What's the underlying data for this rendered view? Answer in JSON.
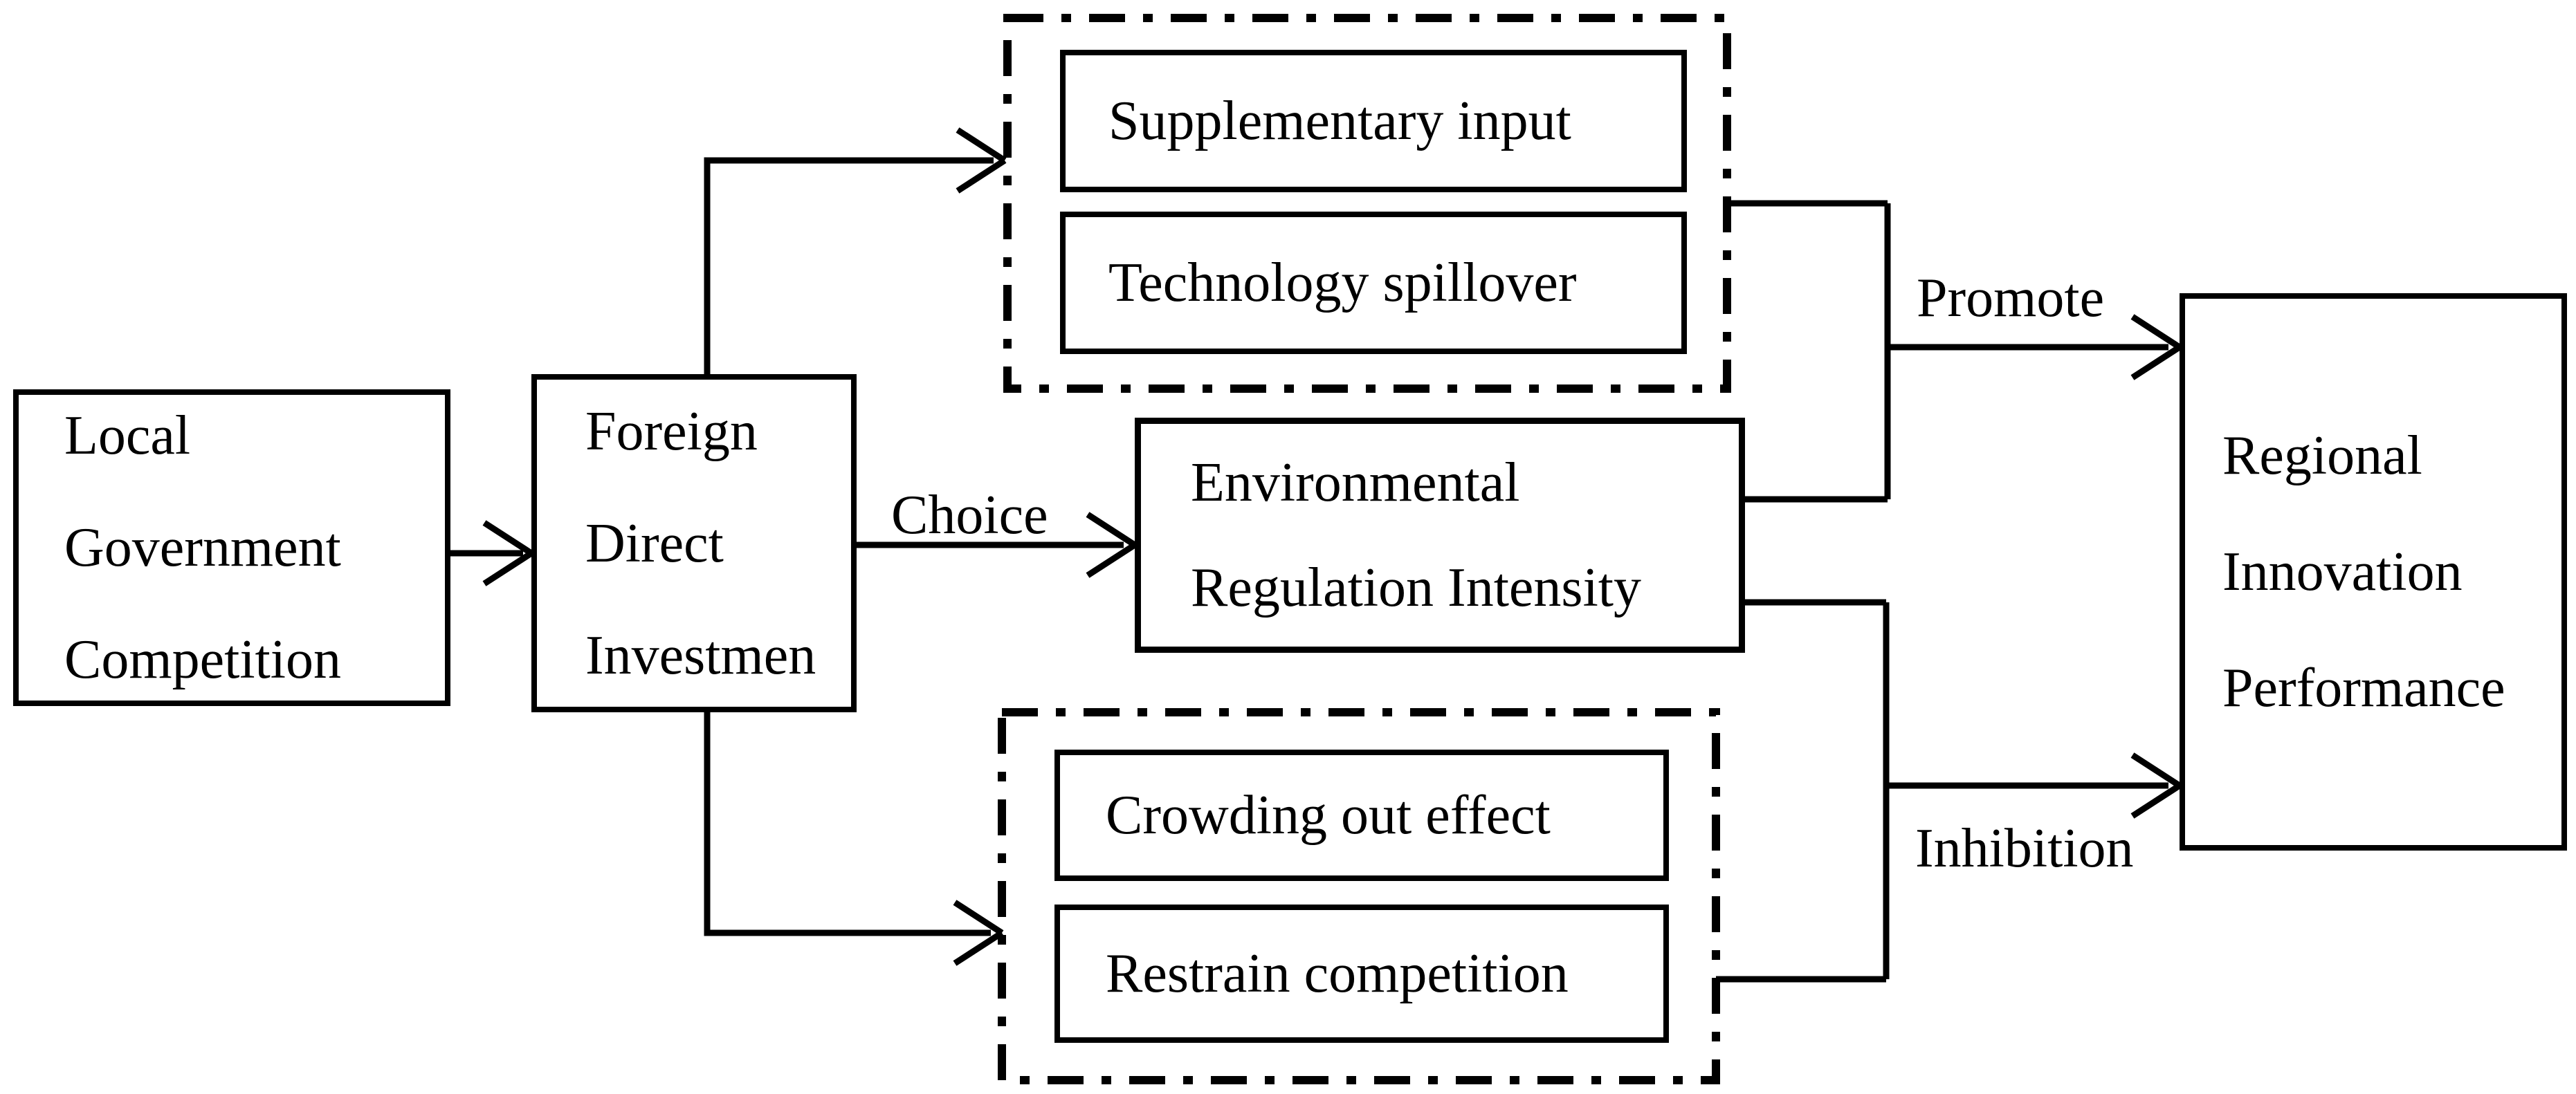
{
  "boxes": {
    "lgc": {
      "lines": [
        "Local",
        "Government",
        "Competition"
      ]
    },
    "fdi": {
      "lines": [
        "Foreign",
        "Direct",
        "Investmen"
      ]
    },
    "supplementary": {
      "label": "Supplementary input"
    },
    "technology": {
      "label": "Technology spillover"
    },
    "environmental": {
      "lines": [
        "Environmental",
        "Regulation Intensity"
      ]
    },
    "crowding": {
      "label": "Crowding out effect"
    },
    "restrain": {
      "label": "Restrain competition"
    },
    "rip": {
      "lines": [
        "Regional",
        "Innovation",
        "Performance"
      ]
    }
  },
  "edge_labels": {
    "choice": "Choice",
    "promote": "Promote",
    "inhibition": "Inhibition"
  },
  "colors": {
    "line": "#000000",
    "background": "#ffffff",
    "text": "#000000"
  }
}
